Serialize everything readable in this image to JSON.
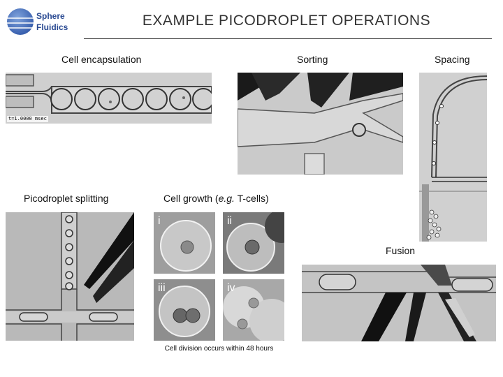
{
  "logo": {
    "line1": "Sphere",
    "line2": "Fluidics"
  },
  "title": "EXAMPLE PICODROPLET OPERATIONS",
  "labels": {
    "cell_encapsulation": "Cell encapsulation",
    "sorting": "Sorting",
    "spacing": "Spacing",
    "picodroplet_splitting": "Picodroplet splitting",
    "cell_growth_prefix": "Cell growth (",
    "cell_growth_eg": "e.g.",
    "cell_growth_suffix": " T-cells)",
    "fusion": "Fusion"
  },
  "encapsulation_timestamp": "t=1.0000 msec",
  "growth_panels": [
    "i",
    "ii",
    "iii",
    "iv"
  ],
  "growth_caption": "Cell division occurs within 48 hours"
}
